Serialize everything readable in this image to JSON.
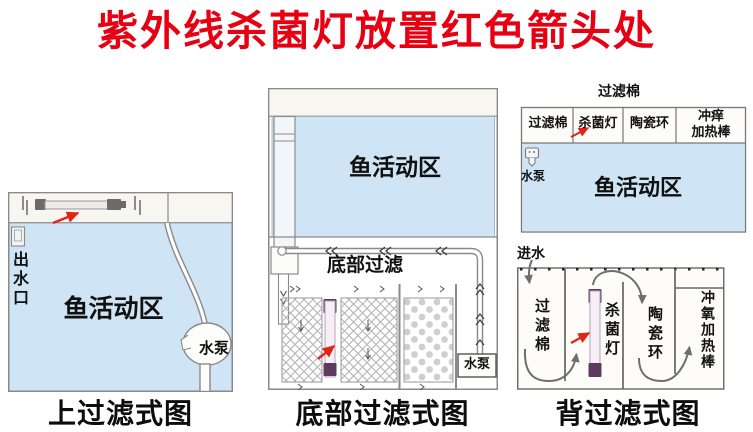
{
  "title": "紫外线杀菌灯放置红色箭头处",
  "colors": {
    "title_red": "#e60012",
    "arrow_red": "#e02515",
    "water_blue": "#cfe4f4",
    "lamp_cap_purple": "#5d3b5d"
  },
  "diagrams": {
    "top_filter": {
      "caption": "上过滤式图",
      "outlet_label": "出水口",
      "fish_area_label": "鱼活动区",
      "pump_label": "水泵"
    },
    "bottom_filter": {
      "caption": "底部过滤式图",
      "fish_area_label": "鱼活动区",
      "sump_label": "底部过滤",
      "pump_label": "水泵"
    },
    "back_filter_top": {
      "header_label": "过滤棉",
      "cells": [
        "过滤棉",
        "杀菌灯",
        "陶瓷环"
      ],
      "cell4_line1": "冲痒",
      "cell4_line2": "加热棒",
      "pump_label": "水泵",
      "fish_area_label": "鱼活动区"
    },
    "back_filter_bottom": {
      "caption": "背过滤式图",
      "inlet_label": "进水",
      "compartments": [
        "过滤棉",
        "杀菌灯",
        "陶瓷环",
        "冲氧加热棒"
      ]
    }
  }
}
